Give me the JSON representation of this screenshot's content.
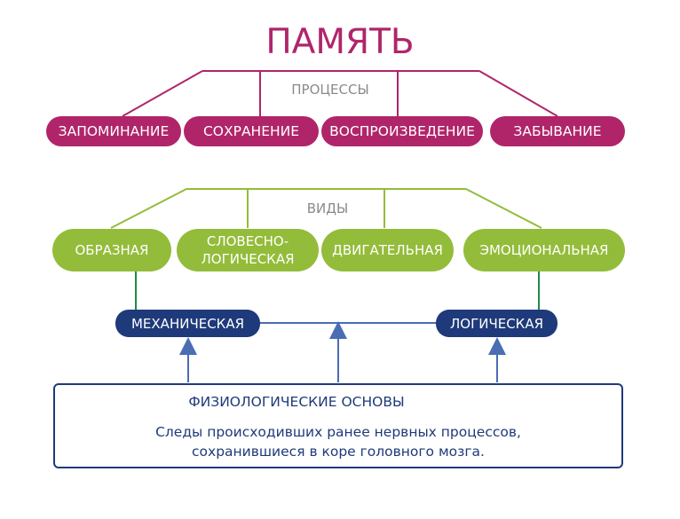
{
  "title": "ПАМЯТЬ",
  "processes": {
    "label": "ПРОЦЕССЫ",
    "items": [
      "ЗАПОМИНАНИЕ",
      "СОХРАНЕНИЕ",
      "ВОСПРОИЗВЕДЕНИЕ",
      "ЗАБЫВАНИЕ"
    ]
  },
  "types": {
    "label": "ВИДЫ",
    "items": [
      "ОБРАЗНАЯ",
      "СЛОВЕСНО-\nЛОГИЧЕСКАЯ",
      "ДВИГАТЕЛЬНАЯ",
      "ЭМОЦИОНАЛЬНАЯ"
    ]
  },
  "kinds": {
    "mechanical": "МЕХАНИЧЕСКАЯ",
    "logical": "ЛОГИЧЕСКАЯ"
  },
  "basis": {
    "title": "ФИЗИОЛОГИЧЕСКИЕ ОСНОВЫ",
    "text": "Следы происходивших ранее нервных процессов,\nсохранившиеся в коре головного мозга."
  },
  "colors": {
    "magenta": "#b0256a",
    "green": "#93bc3a",
    "navy": "#1f3a7a",
    "arrow_blue": "#4a6db3"
  }
}
